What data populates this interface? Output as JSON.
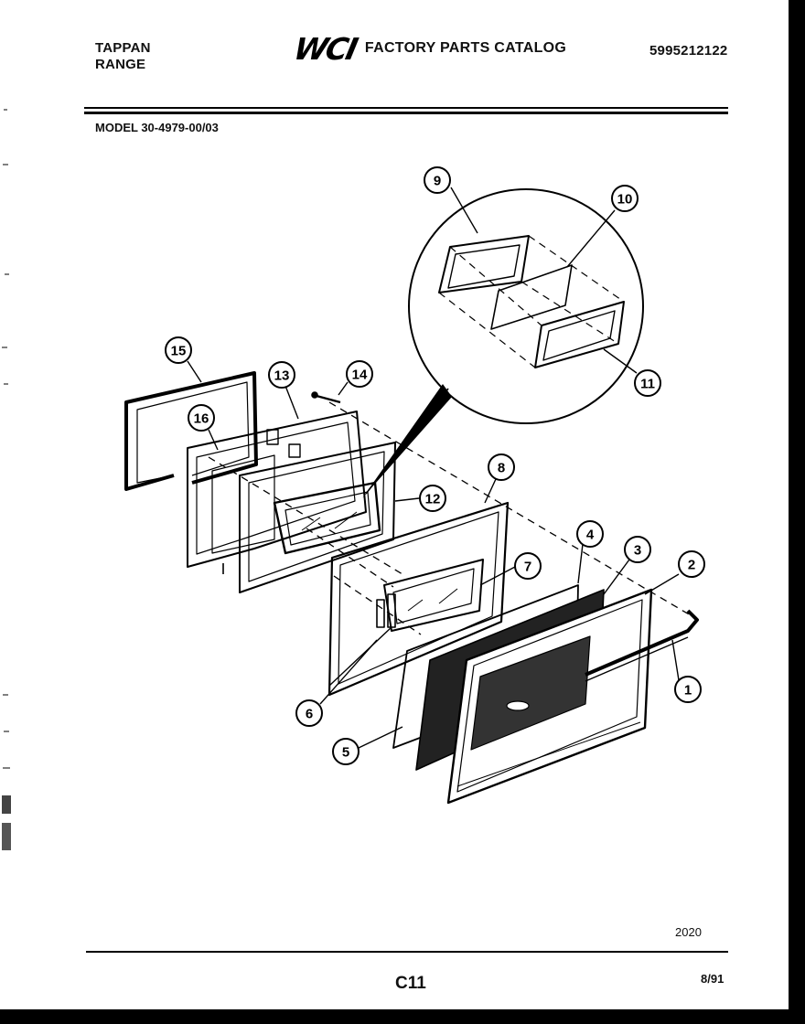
{
  "header": {
    "brand_line1": "TAPPAN",
    "brand_line2": "RANGE",
    "logo_text": "WCI",
    "catalog_title": "FACTORY PARTS CATALOG",
    "catalog_number": "5995212122",
    "model": "MODEL 30-4979-00/03"
  },
  "callouts": [
    "1",
    "2",
    "3",
    "4",
    "5",
    "6",
    "7",
    "8",
    "9",
    "10",
    "11",
    "12",
    "13",
    "14",
    "15",
    "16"
  ],
  "footer": {
    "ref_code": "2020",
    "page_code": "C11",
    "date_code": "8/91"
  },
  "colors": {
    "ink": "#000000",
    "paper": "#ffffff"
  }
}
